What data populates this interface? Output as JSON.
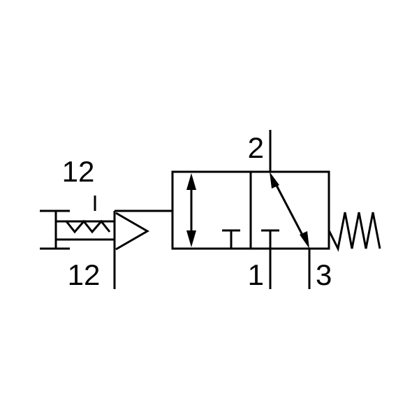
{
  "diagram": {
    "type": "pneumatic-valve-symbol",
    "ports": {
      "outlet": "2",
      "supply": "1",
      "exhaust": "3",
      "pilot_top": "12",
      "pilot_bottom": "12"
    },
    "colors": {
      "line": "#000000",
      "background": "#ffffff"
    }
  }
}
